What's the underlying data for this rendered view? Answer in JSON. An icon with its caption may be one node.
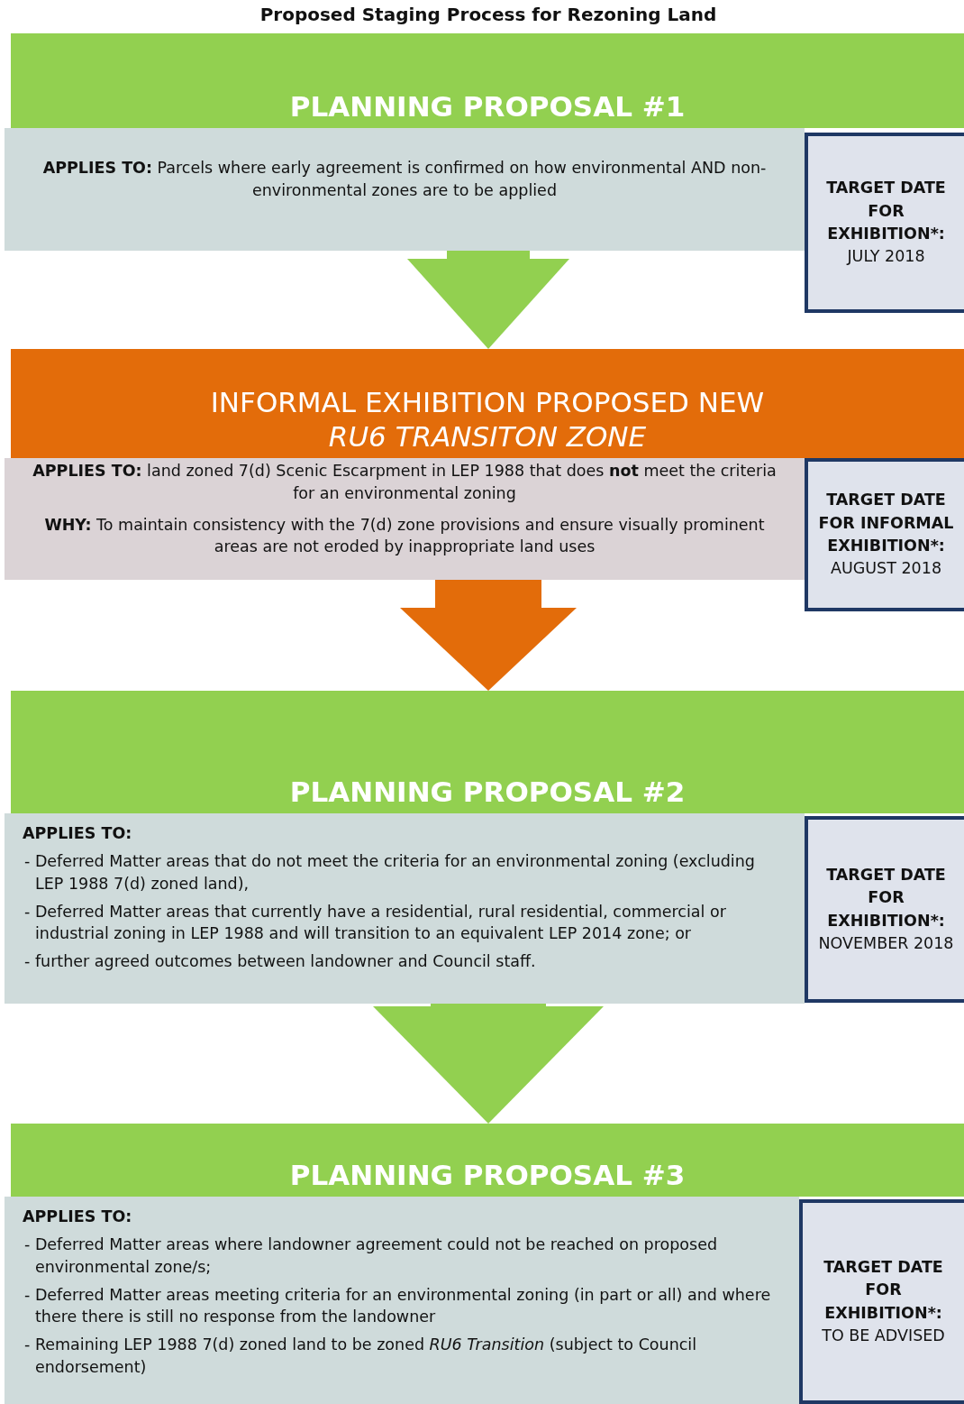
{
  "diagram": {
    "title": "Proposed Staging Process for Rezoning Land",
    "nodes": [
      {
        "text": [
          "PLANNING PROPOSAL #1"
        ]
      },
      {
        "text": [
          "**APPLIES TO:** Parcels where early agreement is confirmed on how environmental AND non-environmental zones are to be applied"
        ]
      },
      {
        "text": [
          "TARGET DATE FOR EXHIBITION*:",
          "JULY 2018"
        ]
      },
      {
        "text": [
          "INFORMAL EXHIBITION PROPOSED NEW *RU6 TRANSITON ZONE*"
        ]
      },
      {
        "text": [
          "**APPLIES TO:** land zoned 7(d) Scenic Escarpment in LEP 1988 that does **not** meet the criteria for an environmental zoning",
          "**WHY:** To maintain consistency with the 7(d) zone provisions and ensure visually prominent areas are not eroded by inappropriate land uses"
        ]
      },
      {
        "text": [
          "TARGET DATE FOR INFORMAL EXHIBITION*:",
          "AUGUST 2018"
        ]
      },
      {
        "text": [
          "PLANNING PROPOSAL #2"
        ]
      },
      {
        "text": [
          "APPLIES TO:",
          "- Deferred Matter areas that do not meet the criteria for an environmental zoning (excluding LEP 1988 7(d) zoned land),",
          "- Deferred Matter areas that currently have a residential, rural residential, commercial or industrial zoning in LEP 1988 and will transition to an equivalent LEP 2014 zone; or",
          "- further agreed outcomes between landowner and Council staff."
        ]
      },
      {
        "text": [
          "TARGET DATE FOR EXHIBITION*:",
          "NOVEMBER 2018"
        ]
      },
      {
        "text": [
          "PLANNING PROPOSAL #3"
        ]
      },
      {
        "text": [
          "APPLIES TO:",
          "- Deferred Matter areas where landowner agreement could not be reached on proposed environmental zone/s;",
          "- Deferred Matter areas meeting criteria for an environmental zoning (in part or all) and where there there is still no response from the landowner",
          "- Remaining LEP 1988 7(d) zoned land to be zoned *RU6 Transition* (subject to Council endorsement)"
        ]
      },
      {
        "text": [
          "TARGET DATE FOR EXHIBITION*:",
          "TO BE ADVISED"
        ]
      }
    ],
    "edges": [
      {
        "from": 1,
        "to": 3,
        "arrow": "to"
      },
      {
        "from": 4,
        "to": 6,
        "arrow": "to",
        "color": "#e36c0a"
      },
      {
        "from": 7,
        "to": 9,
        "arrow": "to"
      }
    ]
  }
}
